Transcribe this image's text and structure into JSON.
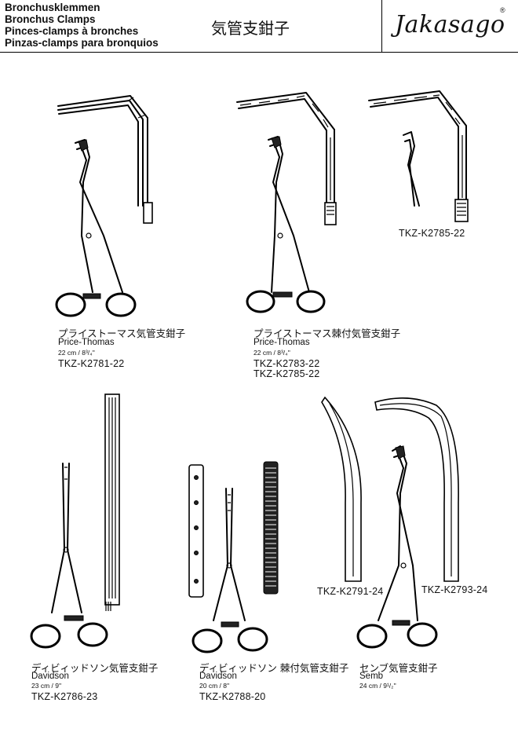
{
  "header": {
    "languages": [
      "Bronchusklemmen",
      "Bronchus Clamps",
      "Pinces-clamps à bronches",
      "Pinzas-clamps para bronquios"
    ],
    "japanese_title": "気管支鉗子",
    "brand": "Jakasago",
    "registered_mark": "®"
  },
  "products": [
    {
      "jp": "プライストーマス気管支鉗子",
      "en": "Price-Thomas",
      "size": "22 cm / 8³/₄''",
      "codes": [
        "TKZ-K2781-22"
      ]
    },
    {
      "jp": "プライストーマス棘付気管支鉗子",
      "en": "Price-Thomas",
      "size": "22 cm / 8³/₄''",
      "codes": [
        "TKZ-K2783-22",
        "TKZ-K2785-22"
      ]
    },
    {
      "jp": "",
      "en": "",
      "size": "",
      "codes": [
        "TKZ-K2785-22"
      ]
    },
    {
      "jp": "ディビィッドソン気管支鉗子",
      "en": "Davidson",
      "size": "23 cm / 9''",
      "codes": [
        "TKZ-K2786-23"
      ]
    },
    {
      "jp": "ディビィッドソン 棘付気管支鉗子",
      "en": "Davidson",
      "size": "20 cm / 8''",
      "codes": [
        "TKZ-K2788-20"
      ]
    },
    {
      "jp": "",
      "en": "",
      "size": "",
      "codes": [
        "TKZ-K2791-24"
      ]
    },
    {
      "jp": "",
      "en": "",
      "size": "",
      "codes": [
        "TKZ-K2793-24"
      ]
    },
    {
      "jp": "センブ気管支鉗子",
      "en": "Semb",
      "size": "24 cm / 9¹/₂''",
      "codes": []
    }
  ]
}
